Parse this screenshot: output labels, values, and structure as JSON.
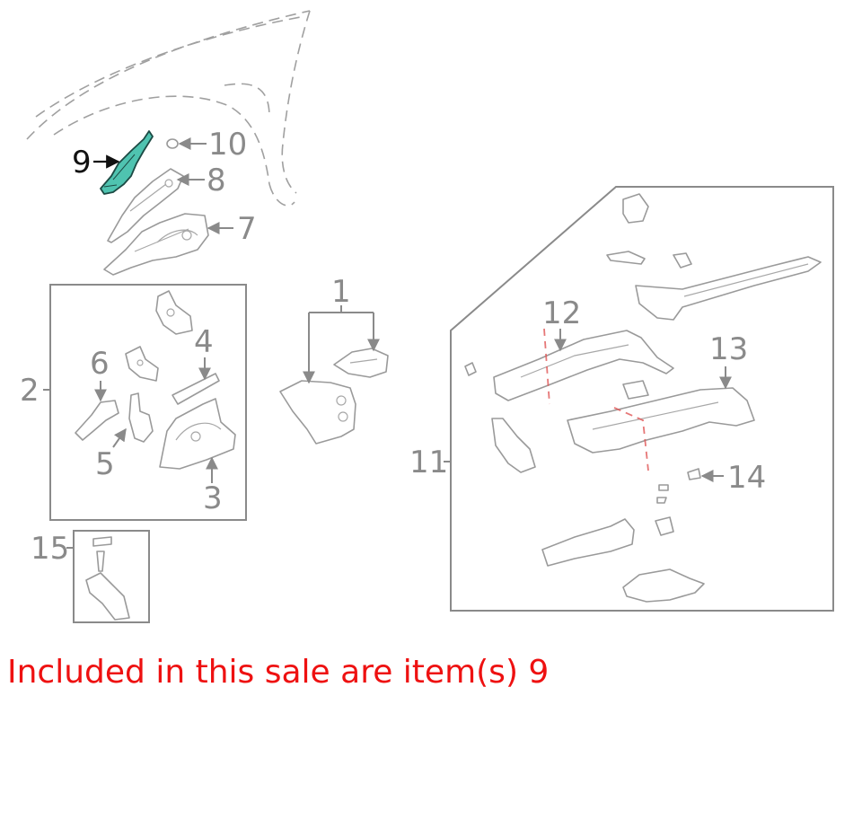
{
  "labels": {
    "l1": "1",
    "l2": "2",
    "l3": "3",
    "l4": "4",
    "l5": "5",
    "l6": "6",
    "l7": "7",
    "l8": "8",
    "l9": "9",
    "l10": "10",
    "l11": "11",
    "l12": "12",
    "l13": "13",
    "l14": "14",
    "l15": "15"
  },
  "caption": "Included in this sale are item(s) 9",
  "colors": {
    "highlight": "#4fc3b0",
    "caption": "#ee1111",
    "label": "#8a8a8a",
    "highlight_label": "#111111"
  }
}
